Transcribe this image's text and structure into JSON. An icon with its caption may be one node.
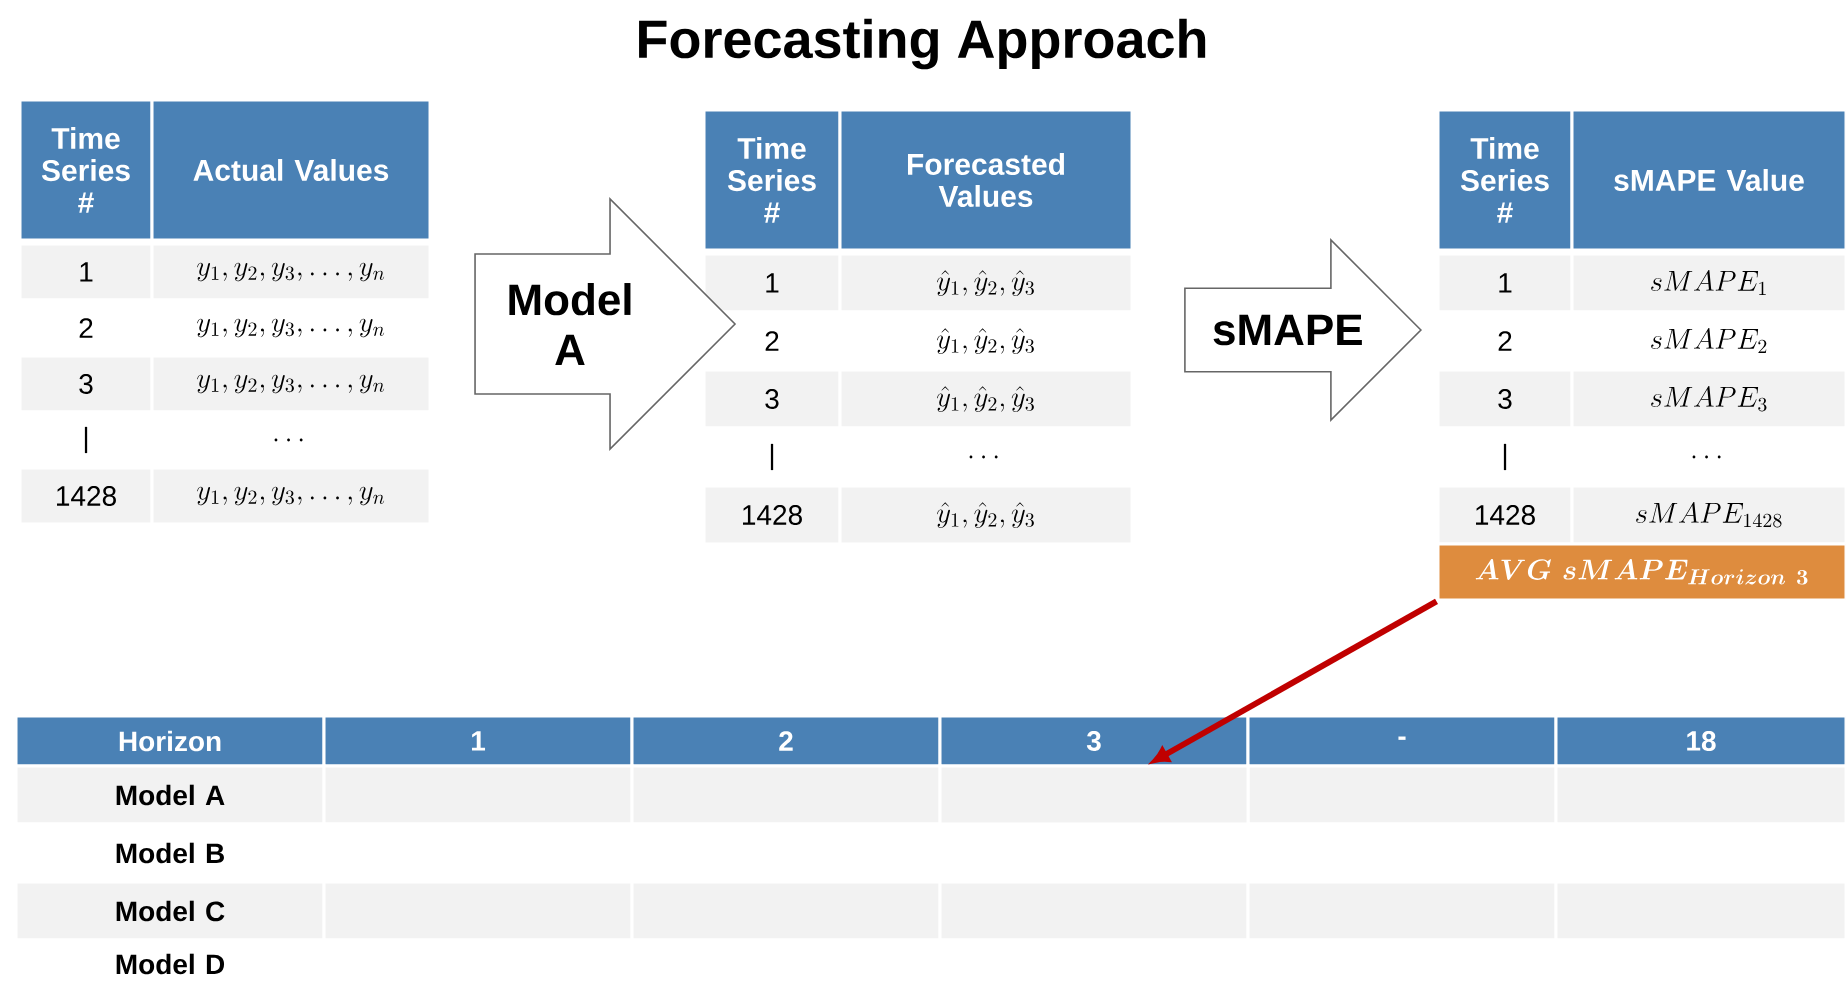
{
  "diagram": {
    "title": "Forecasting Approach",
    "nodes": [
      {
        "text": [
          "Model A"
        ]
      },
      {
        "text": [
          "sMAPE"
        ]
      },
      {
        "text": [
          "\\boldsymbol{AVG\\ sMAPE_{Horizon\\ 3}}"
        ]
      },
      {
        "text": [],
        "shape": "box"
      }
    ],
    "edges": [
      {
        "from": 2,
        "to": 3,
        "arrow": "to",
        "color": "#c00000"
      }
    ],
    "labels": [
      "Time Series #",
      "Actual Values",
      "1",
      "y_1, y_2, y_3, \\dots, y_n",
      "2",
      "y_1, y_2, y_3, \\dots, y_n",
      "3",
      "y_1, y_2, y_3, \\dots, y_n",
      "|",
      "\\dots",
      "1428",
      "y_1, y_2, y_3, \\dots, y_n",
      "Time Series #",
      "Forecasted Values",
      "1",
      "\\hat{y}_1, \\hat{y}_2, \\hat{y}_3",
      "2",
      "\\hat{y}_1, \\hat{y}_2, \\hat{y}_3",
      "3",
      "\\hat{y}_1, \\hat{y}_2, \\hat{y}_3",
      "|",
      "\\dots",
      "1428",
      "\\hat{y}_1, \\hat{y}_2, \\hat{y}_3",
      "Time Series #",
      "sMAPE Value",
      "1",
      "sMAPE_1",
      "2",
      "sMAPE_2",
      "3",
      "sMAPE_3",
      "|",
      "\\dots",
      "1428",
      "sMAPE_{1428}",
      "Horizon",
      "1",
      "2",
      "3",
      "-",
      "18",
      "Model A",
      "Model B",
      "Model C",
      "Model D"
    ]
  }
}
